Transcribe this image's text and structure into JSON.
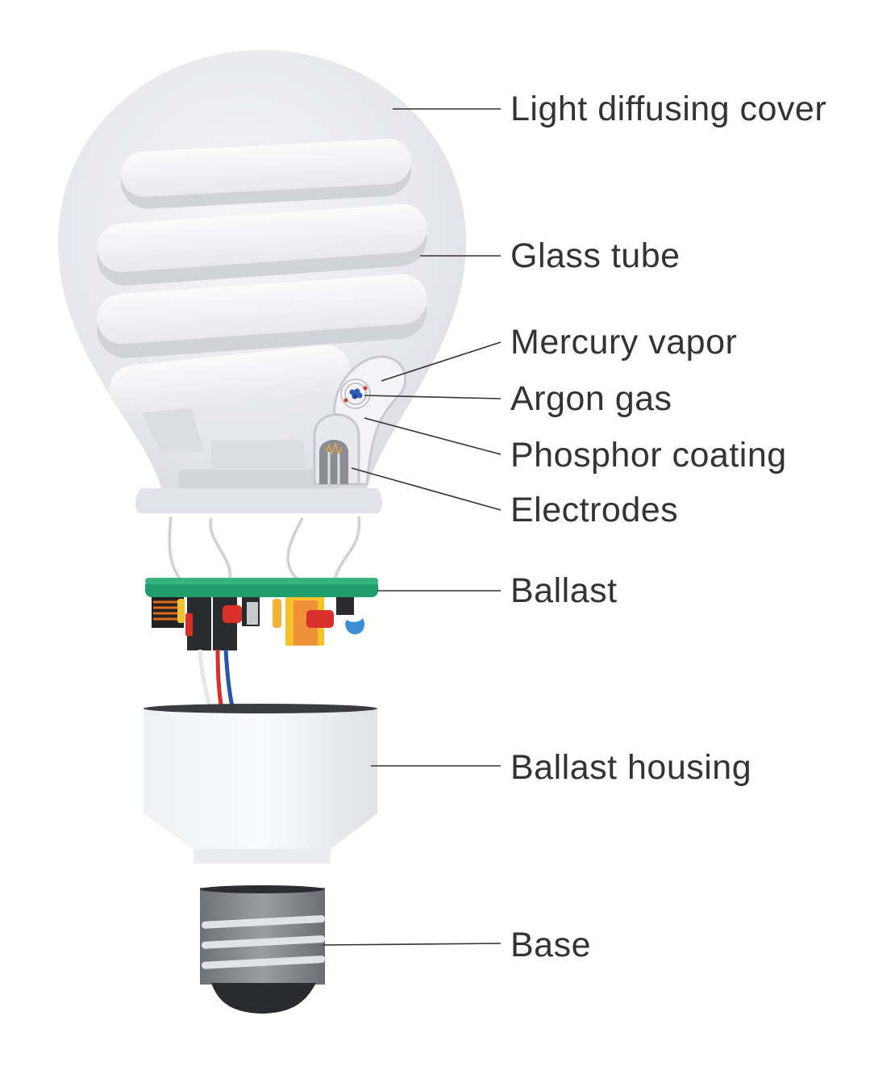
{
  "labels": {
    "light_diffusing_cover": "Light diffusing cover",
    "glass_tube": "Glass tube",
    "mercury_vapor": "Mercury vapor",
    "argon_gas": "Argon gas",
    "phosphor_coating": "Phosphor coating",
    "electrodes": "Electrodes",
    "ballast": "Ballast",
    "ballast_housing": "Ballast housing",
    "base": "Base"
  },
  "colors": {
    "label_text": "#333333",
    "pcb_green": "#1f9e6b",
    "cover": "#e6e7ec",
    "wire_red": "#d9302a",
    "wire_blue": "#2457a8",
    "base_metal": "#7d8186"
  }
}
